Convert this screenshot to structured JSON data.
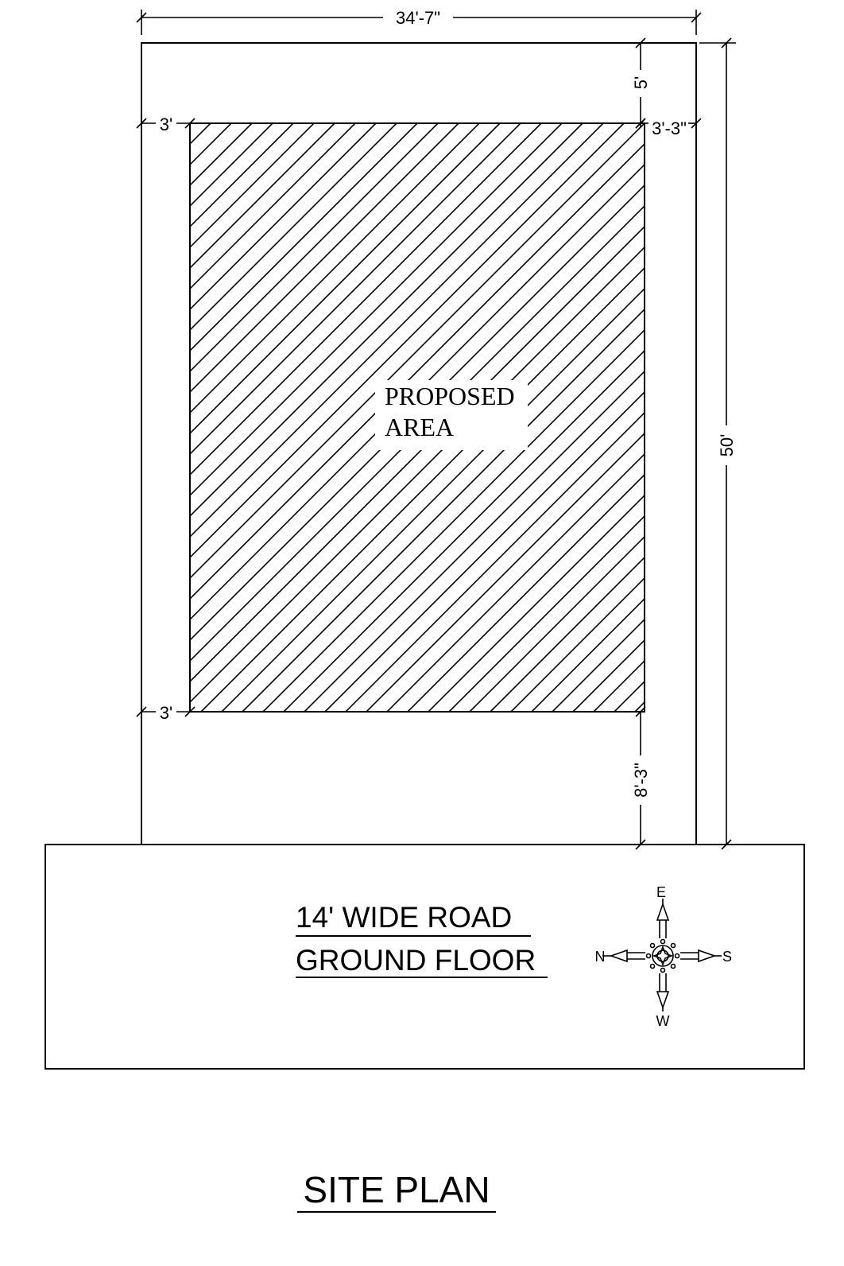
{
  "dimensions": {
    "plot_width": "34'-7\"",
    "plot_depth": "50'",
    "setback_rear": "5'",
    "setback_side_right": "3'-3\"",
    "setback_left_top": "3'",
    "setback_left_bottom": "3'",
    "setback_front": "8'-3\""
  },
  "proposed_area": {
    "line1": "PROPOSED",
    "line2": "AREA"
  },
  "road": {
    "line1": "14' WIDE  ROAD",
    "line2": "GROUND FLOOR"
  },
  "compass": {
    "north": "N",
    "south": "S",
    "east": "E",
    "west": "W"
  },
  "title": "SITE PLAN"
}
